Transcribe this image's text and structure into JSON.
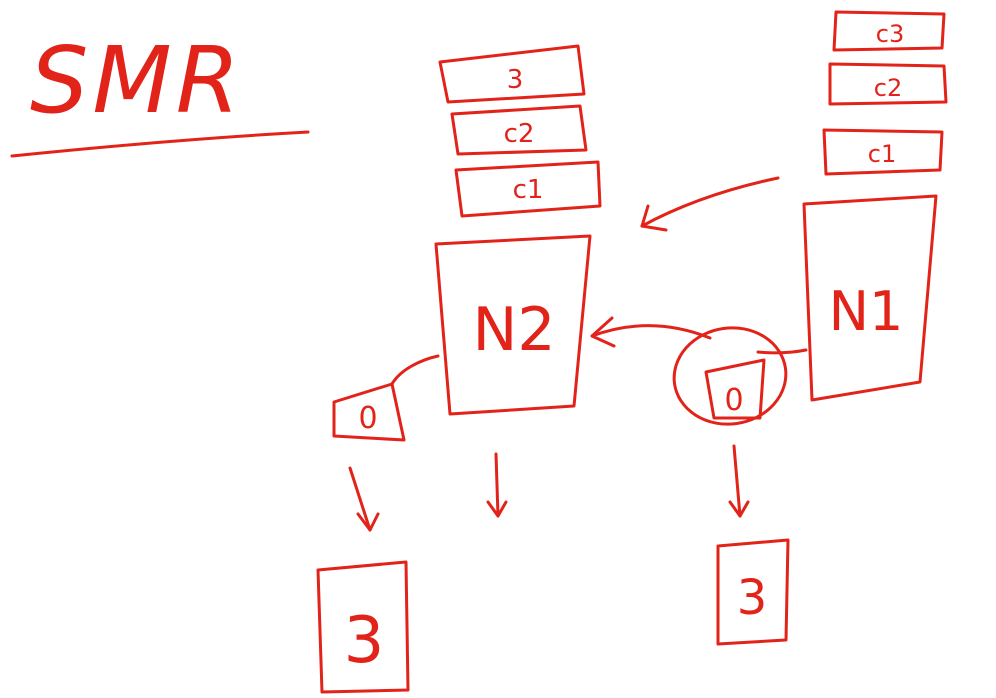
{
  "title": "SMR",
  "ink_color": "#e2231a",
  "background": "#ffffff",
  "nodes": {
    "n2": {
      "label": "N2"
    },
    "n1": {
      "label": "N1"
    }
  },
  "n2_log": [
    "3",
    "c2",
    "c1"
  ],
  "n1_log": [
    "c3",
    "c2",
    "c1"
  ],
  "state_boxes": {
    "left": {
      "value": "0"
    },
    "right": {
      "value": "0"
    }
  },
  "result_boxes": {
    "left": {
      "value": "3"
    },
    "right": {
      "value": "3"
    }
  }
}
